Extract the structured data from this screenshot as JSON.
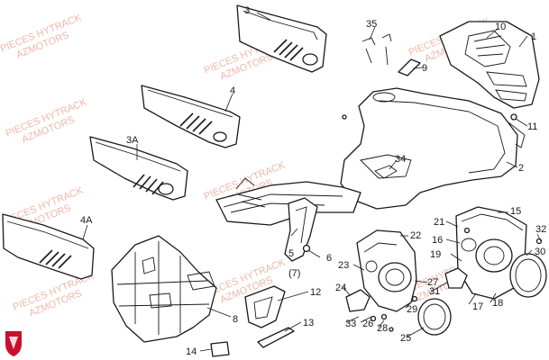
{
  "watermark": {
    "line1": "PIECES HYTRACK",
    "line2": "AZMOTORS",
    "color": "#e8a08a"
  },
  "logo": {
    "name": "shield-logo-icon",
    "color": "#c8102e"
  },
  "labels": {
    "p1": "1",
    "p3": "3",
    "p3a": "3A",
    "p4": "4",
    "p4a": "4A",
    "p5": "5",
    "p5sub": "(7)",
    "p6": "6",
    "p8": "8",
    "p9": "9",
    "p10": "10",
    "p11": "11",
    "p12": "12",
    "p13": "13",
    "p14": "14",
    "p15": "15",
    "p16": "16",
    "p17": "17",
    "p18": "18",
    "p19": "19",
    "p2": "2",
    "p21": "21",
    "p22": "22",
    "p23": "23",
    "p24": "24",
    "p25": "25",
    "p26": "26",
    "p27": "27",
    "p28": "28",
    "p29": "29",
    "p30": "30",
    "p31": "31",
    "p32": "32",
    "p33": "33",
    "p34": "34",
    "p35": "35"
  }
}
